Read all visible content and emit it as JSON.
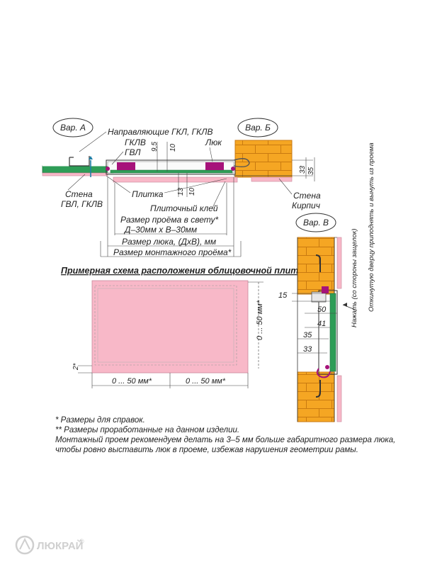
{
  "variants": {
    "a": "Вар. А",
    "b": "Вар. Б",
    "v": "Вар. В"
  },
  "labels": {
    "guides": "Направляющие ГКЛ, ГКЛВ",
    "gklv": "ГКЛВ",
    "gvl": "ГВЛ",
    "hatch": "Люк",
    "wall_gvl_1": "Стена",
    "wall_gvl_2": "ГВЛ, ГКЛВ",
    "tile": "Плитка",
    "glue": "Плиточный клей",
    "wall_brick_1": "Стена",
    "wall_brick_2": "Кирпич",
    "opening_clear_1": "Размер проёма в свету*",
    "opening_clear_2": "Д–30мм х В–30мм",
    "hatch_size": "Размер люка, (ДхВ), мм",
    "mount_size": "Размер монтажного проёма*",
    "press_side": "Нажать (со стороны защелок)",
    "lift_out": "Откинутую дверцу приподнять и вынуть из проема"
  },
  "dims": {
    "d9_5": "9,5",
    "d10_top": "10",
    "d13": "13",
    "d10_bot": "10",
    "d33_b": "33",
    "d35_b": "35",
    "d15": "15",
    "d50": "50",
    "d41": "41",
    "d35_v": "35",
    "d33_v": "33",
    "gap_right": "0 ... 50 мм*",
    "gap_bottom_left": "0 ... 50 мм*",
    "gap_bottom_right": "0 ... 50 мм*",
    "d2": "2*"
  },
  "scheme_title": "Примерная схема расположения облицовочной плитки",
  "notes": {
    "n1": "* Размеры для справок.",
    "n2": "** Размеры проработанные на данном изделии.",
    "n3": "Монтажный проем рекомендуем делать на 3–5 мм больше габаритного размера люка,",
    "n4": "чтобы ровно выставить люк в проеме, избежав нарушения геометрии рамы."
  },
  "brand": {
    "logo_text": "ЛЮКРАЙ",
    "registered": "®"
  },
  "colors": {
    "brick": "#f5a623",
    "tile": "#f8b8c8",
    "drywall": "#2e9d57",
    "magenta": "#a6127a",
    "line": "#333333"
  }
}
